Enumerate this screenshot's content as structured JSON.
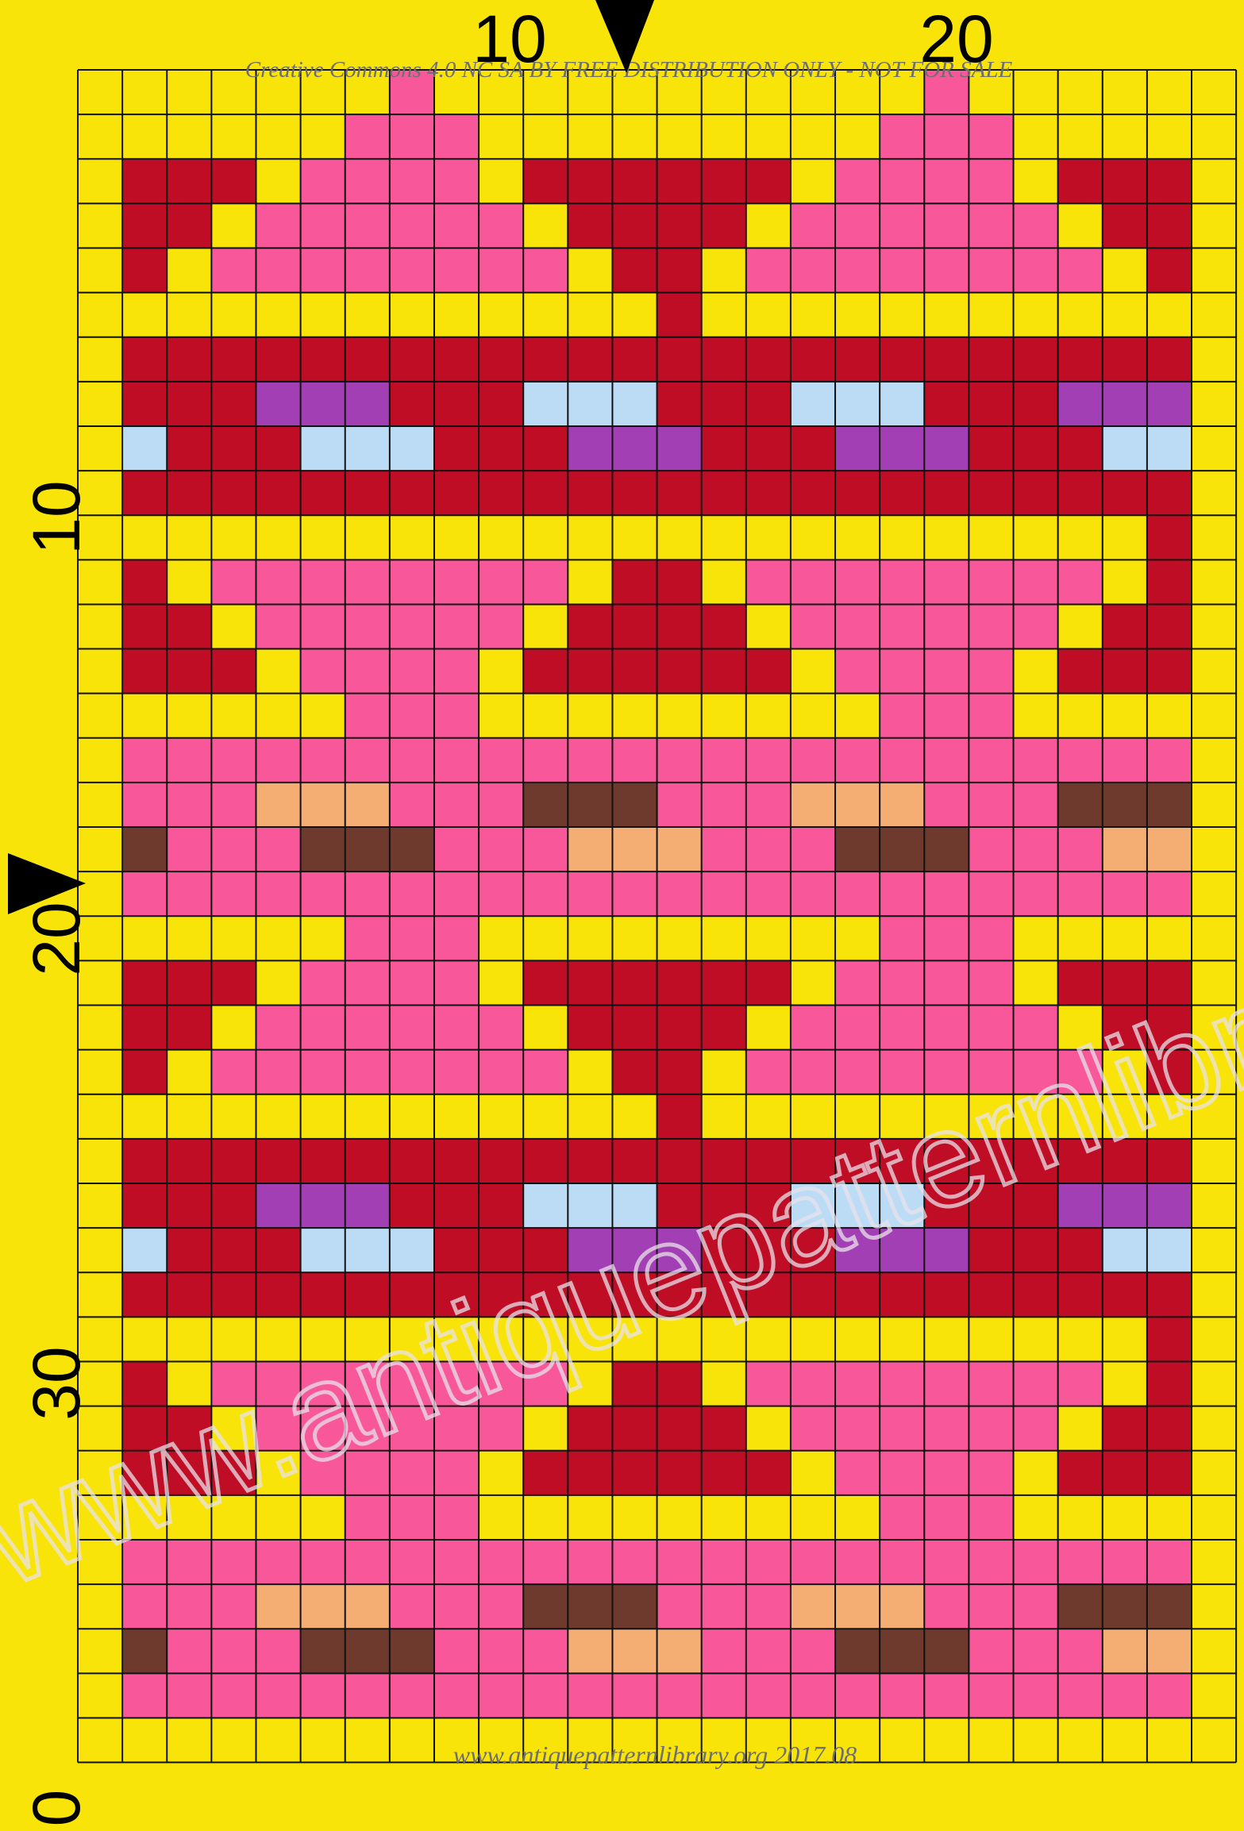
{
  "header": {
    "license_notice": "Creative Commons 4.0 NC SA BY FREE DISTRIBUTION ONLY - NOT FOR SALE"
  },
  "footer": {
    "site_credit": "www.antiquepatternlibrary.org 2017.08"
  },
  "watermark": {
    "text": "www.antiquepatternlibrary.org"
  },
  "axes": {
    "top_labels": [
      "10",
      "20"
    ],
    "left_labels": [
      "10",
      "20",
      "30"
    ],
    "bottom_partial_label": "0"
  },
  "markers": {
    "top_center_arrow": "down-arrow-icon",
    "left_center_arrow": "right-arrow-icon"
  },
  "palette": {
    "Y": "#f9e40a",
    "R": "#bf0d25",
    "P": "#f8579a",
    "V": "#a33fb5",
    "L": "#bcdcf6",
    "B": "#6d3a2d",
    "T": "#f4ad73"
  },
  "chart_data": {
    "type": "heatmap",
    "columns": 26,
    "rows": 38,
    "grid": true,
    "cells": [
      "YYYYYYYPYYYYYYYYYYYPYYYYYY",
      "YYYYYYPPPYYYYYYYYYPPPYYYYY",
      "YRRRYPPPPYRRRRRRYPPPPYRRRY",
      "YRRYPPPPPPYRRRRYPPPPPPYRRY",
      "YRYPPPPPPPPYRRYPPPPPPPPYRY",
      "YYYYYYYYYYYYYRYYYYYYYYYYYY",
      "YRRRRRRRRRRRRRRRRRRRRRRRRY",
      "YRRRVVVRRRLLLRRRLLLRRRVVVY",
      "YLRRRLLLRRRVVVRRRVVVRRRLLY",
      "YRRRRRRRRRRRRRRRRRRRRRRRRY",
      "YYYYYYYYYYYYYYYYYYYYYYYYRY",
      "YRYPPPPPPPPYRRYPPPPPPPPYRY",
      "YRRYPPPPPPYRRRRYPPPPPPYRRY",
      "YRRRYPPPPYRRRRRRYPPPPYRRRY",
      "YYYYYYPPPYYYYYYYYYPPPYYYYY",
      "YPPPPPPPPPPPPPPPPPPPPPPPPY",
      "YPPPTTTPPPBBBPPPTTTPPPBBBY",
      "YBPPPBBBPPPTTTPPPBBBPPPTTY",
      "YPPPPPPPPPPPPPPPPPPPPPPPPY",
      "YYYYYYPPPYYYYYYYYYPPPYYYYY",
      "YRRRYPPPPYRRRRRRYPPPPYRRRY",
      "YRRYPPPPPPYRRRRYPPPPPPYRRY",
      "YRYPPPPPPPPYRRYPPPPPPPPYRY",
      "YYYYYYYYYYYYYRYYYYYYYYYYYY",
      "YRRRRRRRRRRRRRRRRRRRRRRRRY",
      "YRRRVVVRRRLLLRRRLLLRRRVVVY",
      "YLRRRLLLRRRVVVRRRVVVRRRLLY",
      "YRRRRRRRRRRRRRRRRRRRRRRRRY",
      "YYYYYYYYYYYYYYYYYYYYYYYYRY",
      "YRYPPPPPPPPYRRYPPPPPPPPYRY",
      "YRRYPPPPPPYRRRRYPPPPPPYRRY",
      "YRRRYPPPPYRRRRRRYPPPPYRRRY",
      "YYYYYYPPPYYYYYYYYYPPPYYYYY",
      "YPPPPPPPPPPPPPPPPPPPPPPPPY",
      "YPPPTTTPPPBBBPPPTTTPPPBBBY",
      "YBPPPBBBPPPTTTPPPBBBPPPTTY",
      "YPPPPPPPPPPPPPPPPPPPPPPPPY",
      "YYYYYYYYYYYYYYYYYYYYYYYYYY"
    ]
  }
}
